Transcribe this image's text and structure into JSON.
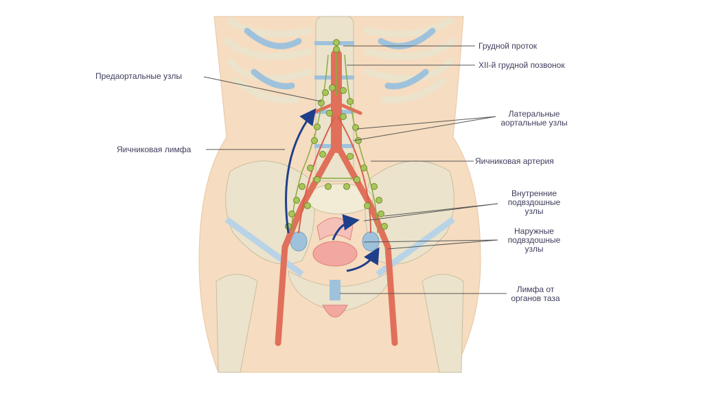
{
  "labels": {
    "thoracic_duct": "Грудной проток",
    "xii_vertebra": "XII-й грудной позвонок",
    "preaortic_nodes": "Предаортальные узлы",
    "lateral_aortic_line1": "Латеральные",
    "lateral_aortic_line2": "аортальные узлы",
    "ovarian_lymph": "Яичниковая лимфа",
    "ovarian_artery": "Яичниковая артерия",
    "internal_iliac_line1": "Внутренние",
    "internal_iliac_line2": "подвздошные",
    "internal_iliac_line3": "узлы",
    "external_iliac_line1": "Наружные",
    "external_iliac_line2": "подвздошные",
    "external_iliac_line3": "узлы",
    "pelvic_lymph_line1": "Лимфа от",
    "pelvic_lymph_line2": "органов таза"
  },
  "colors": {
    "skin": "#f6dcc0",
    "bone": "#ebe3cc",
    "cartilage": "#9fc2dc",
    "artery": "#e0705a",
    "lymph_node": "#a8c55a",
    "arrow": "#1f3f8a",
    "leader_line": "#555555",
    "label_text": "#3d3d5c"
  }
}
